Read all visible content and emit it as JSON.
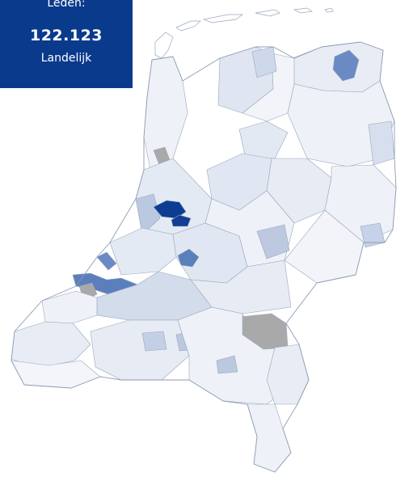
{
  "info": {
    "label": "Leden:",
    "value": "122.123",
    "scope": "Landelijk"
  },
  "colors": {
    "box_background": "#0a3a8c",
    "box_text": "#ffffff",
    "scale": [
      "#f3f5fa",
      "#e6ebf4",
      "#d3dceb",
      "#bac8e0",
      "#99aed3",
      "#5b7fbd",
      "#0c3d91"
    ],
    "no_data": "#a9a9a9",
    "border": "#9aa6bd"
  }
}
